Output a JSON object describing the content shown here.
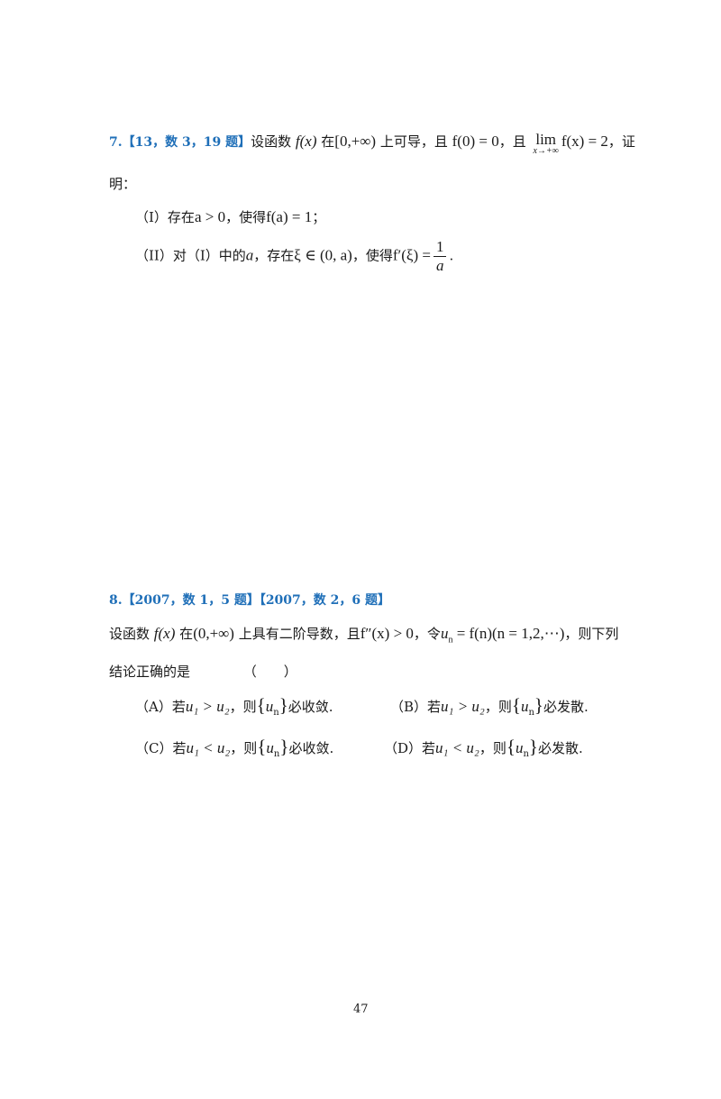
{
  "q7": {
    "number": "7.",
    "tag": "【13，数 3，19 题】",
    "line1_a": "设函数",
    "expr_fx": "f(x)",
    "line1_b": "在",
    "interval": "[0,+∞)",
    "line1_c": "上可导，且",
    "cond1": "f(0) = 0",
    "line1_d": "，且",
    "lim": "lim",
    "lim_sub": "x→+∞",
    "cond2": "f(x) = 2",
    "line1_e": "，证",
    "line2": "明：",
    "part1_label": "（I）存在",
    "part1_expr": "a > 0",
    "part1_mid": "，使得",
    "part1_expr2": "f(a) = 1",
    "part1_end": "；",
    "part2_label": "（II）对（I）中的",
    "part2_a": "a",
    "part2_mid": "，存在",
    "part2_expr": "ξ ∈ (0, a)",
    "part2_mid2": "，使得",
    "part2_expr2": "f′(ξ) =",
    "frac_num": "1",
    "frac_den": "a",
    "part2_end": "."
  },
  "q8": {
    "number": "8.",
    "tag": "【2007，数 1，5 题】【2007，数 2，6 题】",
    "line1_a": "设函数",
    "expr_fx": "f(x)",
    "line1_b": "在",
    "interval": "(0,+∞)",
    "line1_c": "上具有二阶导数，且",
    "cond": "f″(x) > 0",
    "line1_d": "，令",
    "def": "u",
    "def_sub": "n",
    "def_rest": " = f(n)(n = 1,2,⋯)",
    "line1_e": "，则下列",
    "line2": "结论正确的是",
    "paren": "（　　）",
    "options": [
      {
        "label": "（A）若",
        "cmp": "u₁ > u₂",
        "mid": "，则",
        "seq": "u",
        "end": "必收敛."
      },
      {
        "label": "（B）若",
        "cmp": "u₁ > u₂",
        "mid": "，则",
        "seq": "u",
        "end": "必发散."
      },
      {
        "label": "（C）若",
        "cmp": "u₁ < u₂",
        "mid": "，则",
        "seq": "u",
        "end": "必收敛."
      },
      {
        "label": "（D）若",
        "cmp": "u₁ < u₂",
        "mid": "，则",
        "seq": "u",
        "end": "必发散."
      }
    ]
  },
  "page_number": "47"
}
